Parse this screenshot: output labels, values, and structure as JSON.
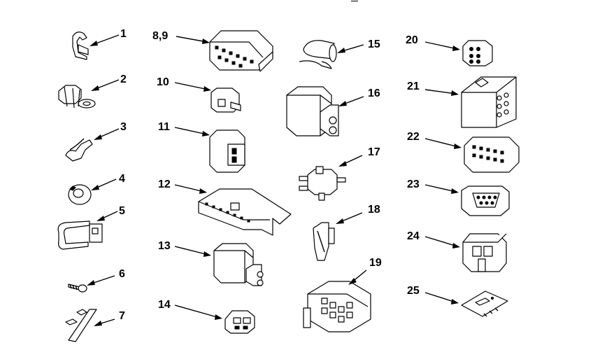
{
  "diagram": {
    "header_mark": "—",
    "callouts": {
      "c1": "1",
      "c2": "2",
      "c3": "3",
      "c4": "4",
      "c5": "5",
      "c6": "6",
      "c7": "7",
      "c89": "8,9",
      "c10": "10",
      "c11": "11",
      "c12": "12",
      "c13": "13",
      "c14": "14",
      "c15": "15",
      "c16": "16",
      "c17": "17",
      "c18": "18",
      "c19": "19",
      "c20": "20",
      "c21": "21",
      "c22": "22",
      "c23": "23",
      "c24": "24",
      "c25": "25"
    }
  }
}
